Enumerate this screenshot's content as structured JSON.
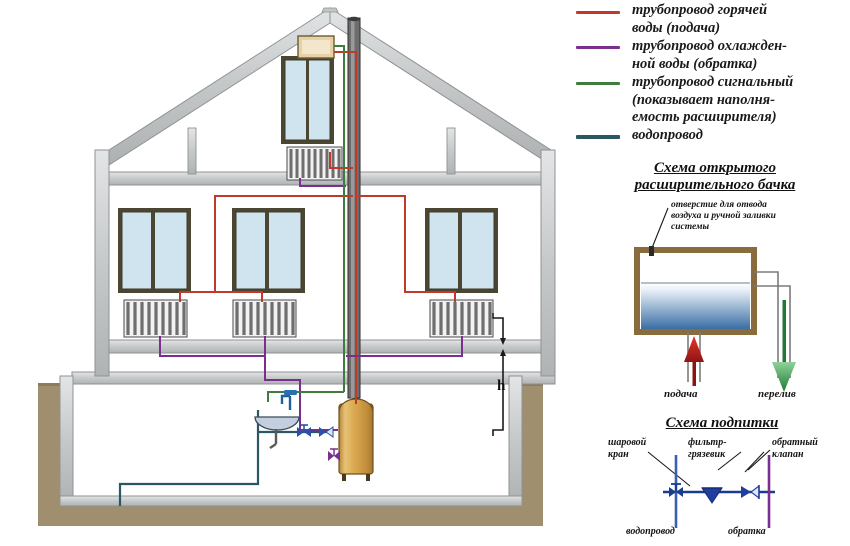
{
  "legend": {
    "items": [
      {
        "color": "#c0392b",
        "text_lines": [
          "трубопровод горячей",
          "воды (подача)"
        ],
        "name": "hot-supply"
      },
      {
        "color": "#7a2f8f",
        "text_lines": [
          "трубопровод охлажден-",
          "ной воды (обратка)"
        ],
        "name": "cooled-return"
      },
      {
        "color": "#3f7d3f",
        "text_lines": [
          "трубопровод сигнальный",
          "(показывает наполня-",
          "емость расширителя)"
        ],
        "name": "signal-pipe"
      },
      {
        "color": "#2b5663",
        "text_lines": [
          "водопровод"
        ],
        "name": "water-main"
      }
    ]
  },
  "tank_section": {
    "heading_line1": "Схема открытого",
    "heading_line2": "расширительного бачка",
    "annotation": [
      "отверстие для отвода",
      "воздуха и ручной заливки",
      "системы"
    ],
    "label_supply": "подача",
    "label_overflow": "перелив",
    "tank_wall_color": "#8a6b3d",
    "water_color": "#3a6ea5"
  },
  "makeup_section": {
    "heading": "Схема подпитки",
    "label_ball_valve": [
      "шаровой",
      "кран"
    ],
    "label_filter": [
      "фильтр-",
      "грязевик"
    ],
    "label_check_valve": [
      "обратный",
      "клапан"
    ],
    "label_water_main": "водопровод",
    "label_return": "обратка",
    "valve_color": "#1f3f9e"
  },
  "house": {
    "height_marker": "h",
    "roof_color": "#c9cbcc",
    "wall_color": "#d2d4d5",
    "ground_color": "#a08f6e",
    "boiler_color": "#d6a648",
    "window_frame_color": "#4a4632",
    "glass_color": "#cfe4ef",
    "radiator_color": "#8c8c8c",
    "chimney_color": "#4a4a4a",
    "hot_color": "#c0392b",
    "return_color": "#7a2f8f",
    "signal_color": "#3f7d3f",
    "water_color": "#2b5663"
  }
}
